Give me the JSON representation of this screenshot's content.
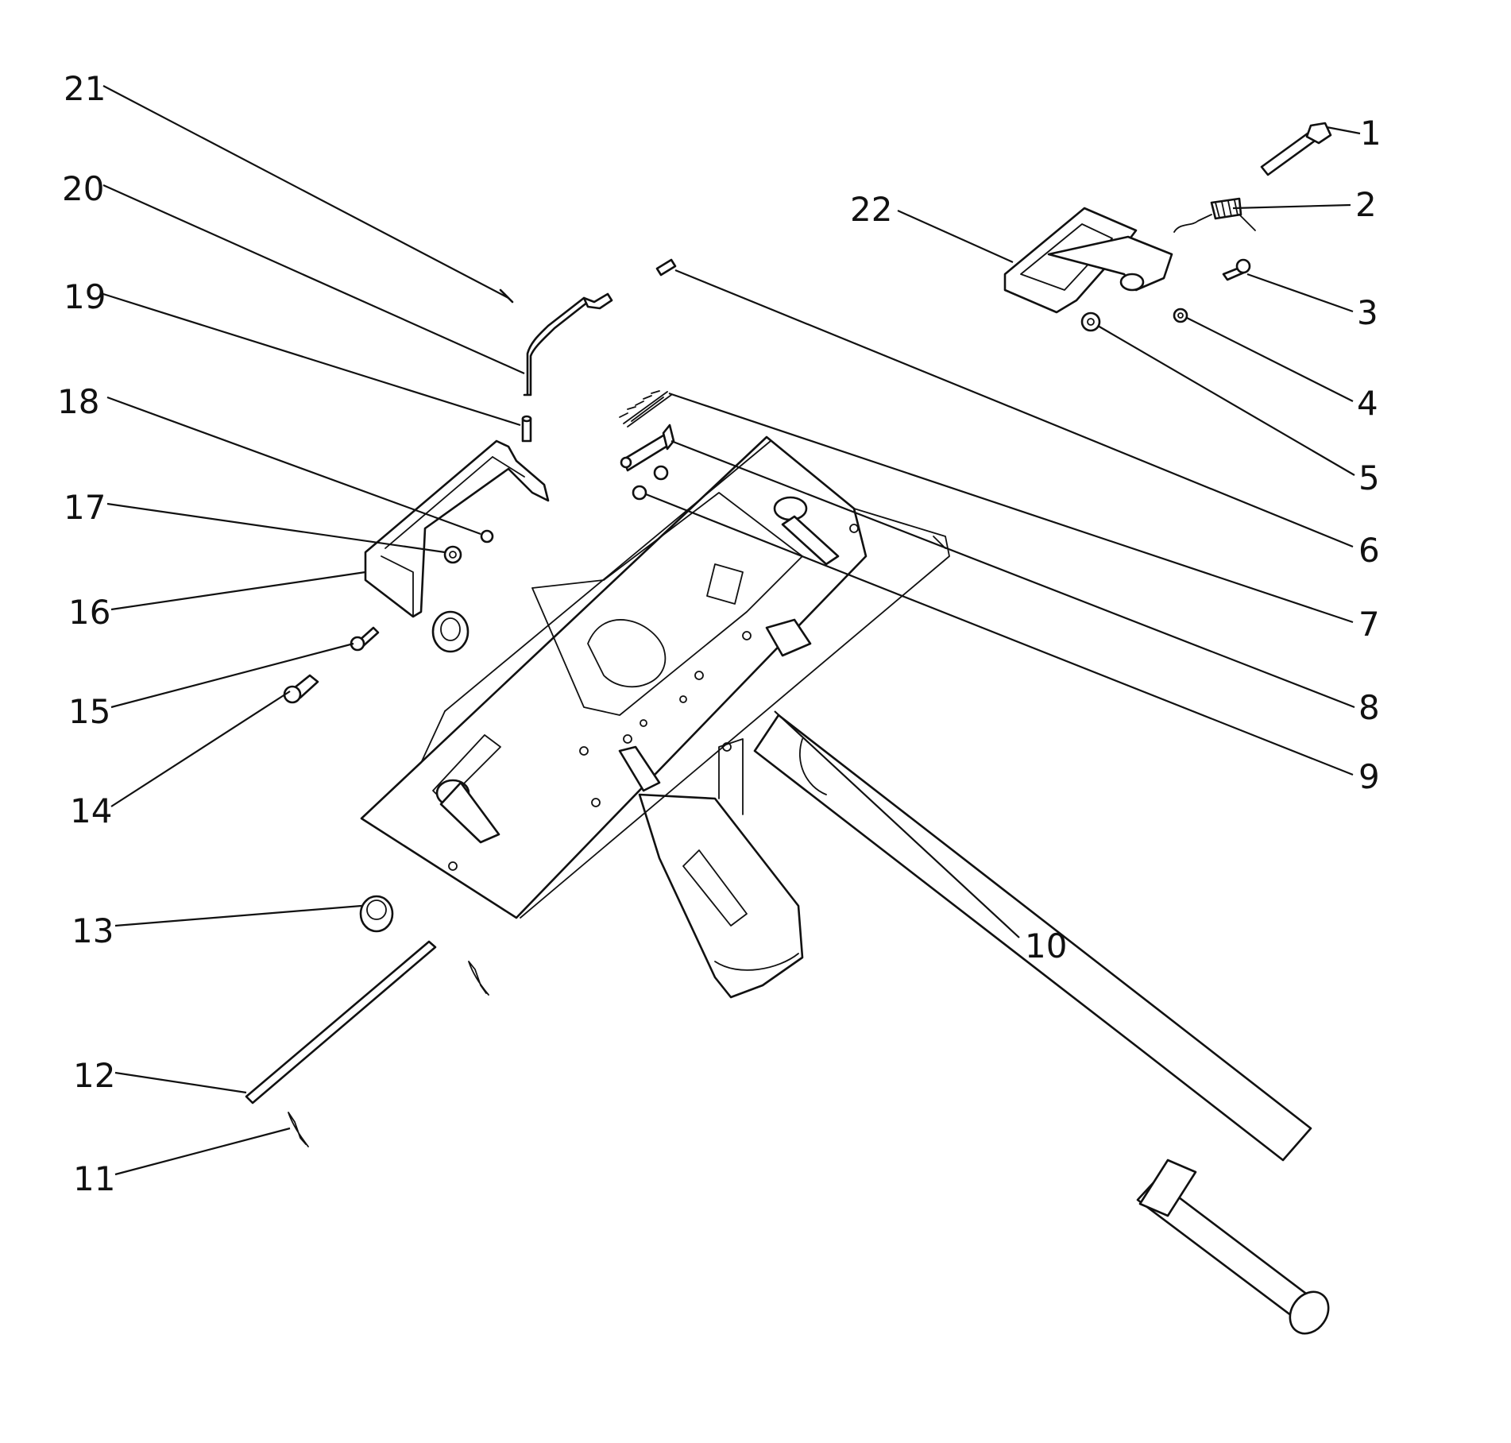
{
  "diagram": {
    "callouts": [
      {
        "id": 1,
        "label": "1"
      },
      {
        "id": 2,
        "label": "2"
      },
      {
        "id": 3,
        "label": "3"
      },
      {
        "id": 4,
        "label": "4"
      },
      {
        "id": 5,
        "label": "5"
      },
      {
        "id": 6,
        "label": "6"
      },
      {
        "id": 7,
        "label": "7"
      },
      {
        "id": 8,
        "label": "8"
      },
      {
        "id": 9,
        "label": "9"
      },
      {
        "id": 10,
        "label": "10"
      },
      {
        "id": 11,
        "label": "11"
      },
      {
        "id": 12,
        "label": "12"
      },
      {
        "id": 13,
        "label": "13"
      },
      {
        "id": 14,
        "label": "14"
      },
      {
        "id": 15,
        "label": "15"
      },
      {
        "id": 16,
        "label": "16"
      },
      {
        "id": 17,
        "label": "17"
      },
      {
        "id": 18,
        "label": "18"
      },
      {
        "id": 19,
        "label": "19"
      },
      {
        "id": 20,
        "label": "20"
      },
      {
        "id": 21,
        "label": "21"
      },
      {
        "id": 22,
        "label": "22"
      }
    ]
  },
  "colors": {
    "line": "#111111",
    "background": "#ffffff"
  }
}
